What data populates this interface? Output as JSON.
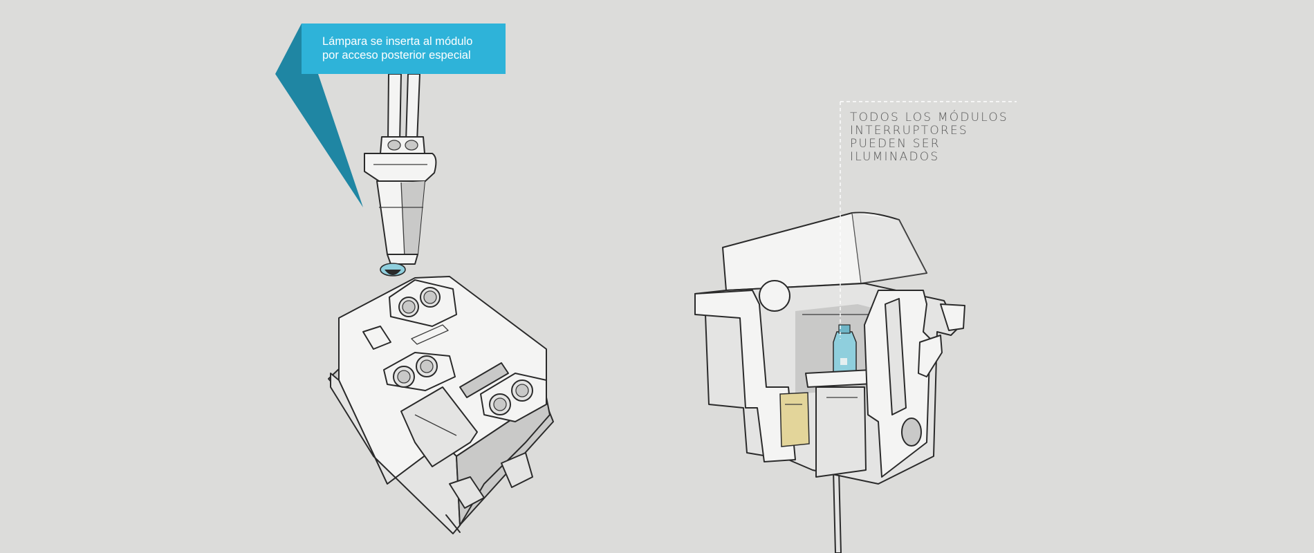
{
  "callout": {
    "lines": [
      "Lámpara se inserta al módulo",
      "por acceso posterior especial"
    ],
    "color": "#2eb3d9",
    "shadow_color": "#1f86a3"
  },
  "note": {
    "lines": [
      "TODOS LOS MÓDULOS",
      "INTERRUPTORES",
      "PUEDEN SER",
      "ILUMINADOS"
    ]
  },
  "colors": {
    "background": "#dcdcda",
    "lamp_glass": "#8fcfdd",
    "brass_terminal": "#e3d59a"
  },
  "icons": [
    "lamp-icon",
    "switch-module-icon",
    "illuminated-module-icon"
  ]
}
